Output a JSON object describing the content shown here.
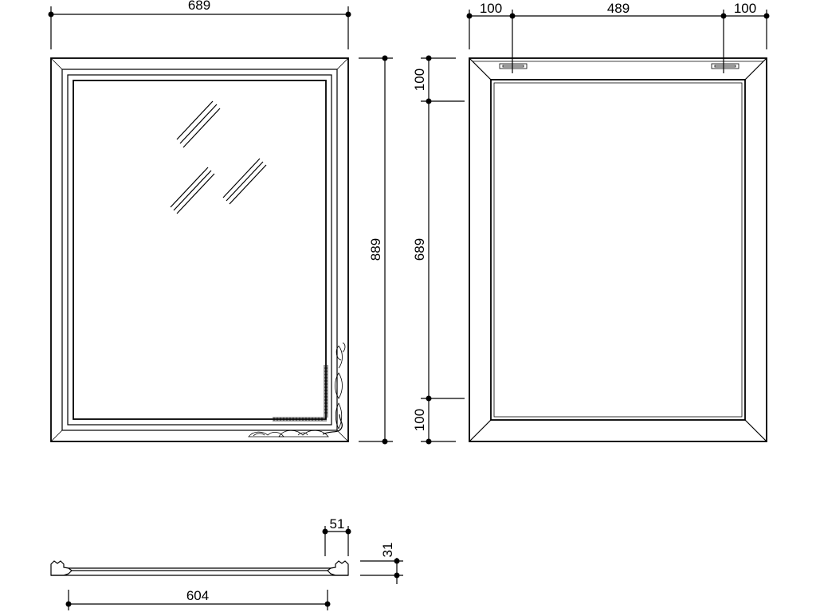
{
  "drawing": {
    "front_view": {
      "width_label": "689",
      "height_label": "889"
    },
    "back_view": {
      "left_margin_label": "100",
      "inner_width_label": "489",
      "right_margin_label": "100",
      "top_margin_label": "100",
      "inner_height_label": "689",
      "bottom_margin_label": "100"
    },
    "profile_view": {
      "profile_width_label": "51",
      "profile_height_label": "31",
      "overall_label": "604"
    }
  }
}
